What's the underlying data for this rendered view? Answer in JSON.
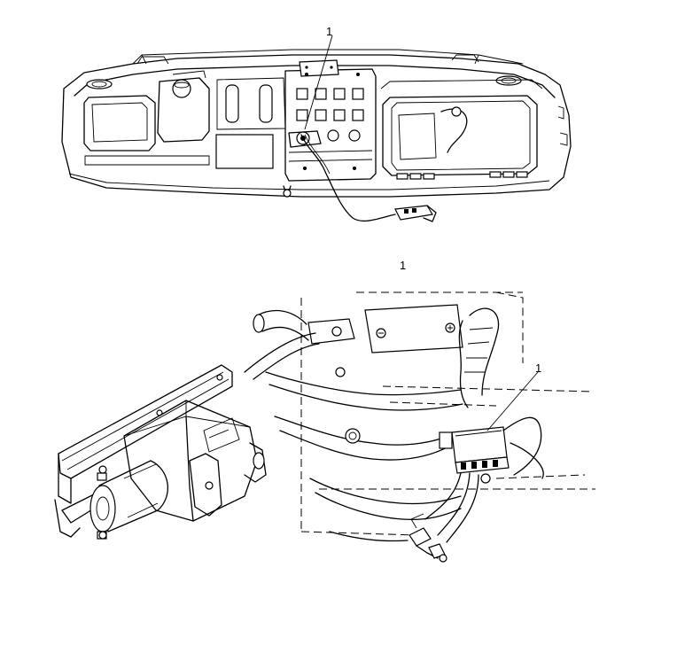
{
  "diagram": {
    "callouts": {
      "dash_top": "1",
      "zoom_label": "1",
      "connector": "1"
    }
  }
}
